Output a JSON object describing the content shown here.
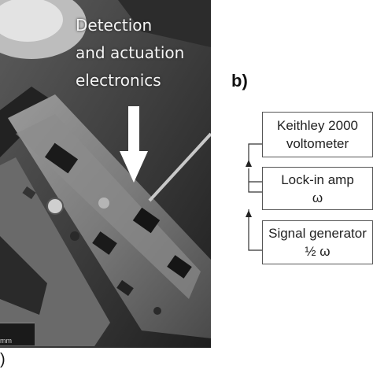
{
  "panel_a": {
    "caption_lines": [
      "Detection",
      "and actuation",
      "electronics"
    ],
    "scale_label": "mm",
    "panel_label": ")"
  },
  "panel_b": {
    "panel_label": "b)",
    "blocks": [
      {
        "line1": "Keithley 2000",
        "line2": "voltometer"
      },
      {
        "line1": "Lock-in amp",
        "line2": "ω"
      },
      {
        "line1": "Signal generator",
        "line2": "½ ω"
      }
    ]
  },
  "colors": {
    "block_border": "#555555",
    "wire": "#333333",
    "caption_text": "#f4f4f4",
    "arrow": "#ffffff"
  }
}
